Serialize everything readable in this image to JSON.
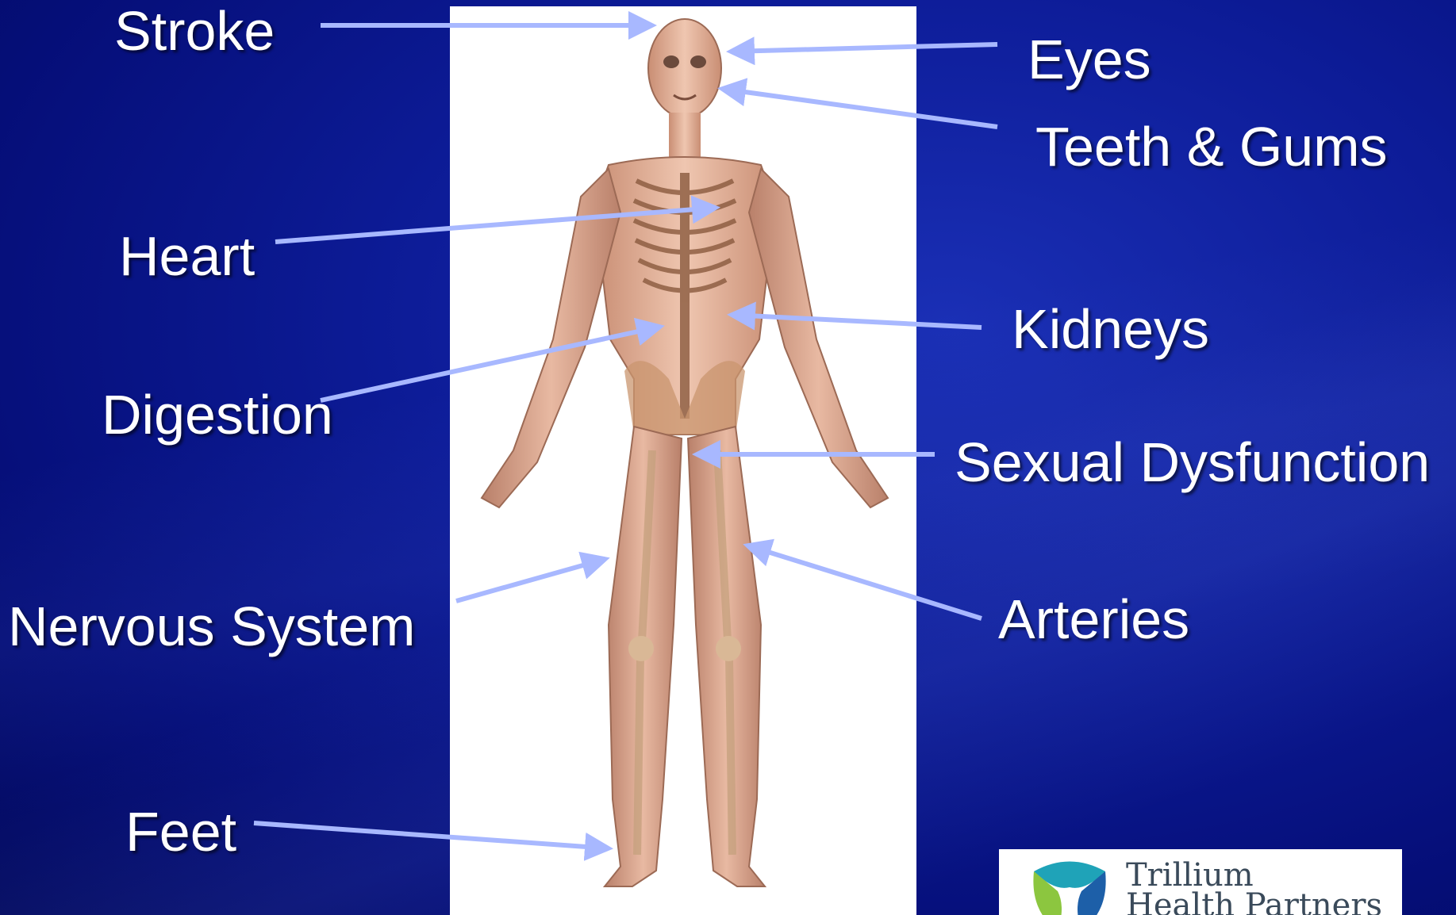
{
  "labels": {
    "stroke": "Stroke",
    "heart": "Heart",
    "digestion": "Digestion",
    "nervous_system": "Nervous System",
    "feet": "Feet",
    "eyes": "Eyes",
    "teeth_gums": "Teeth & Gums",
    "kidneys": "Kidneys",
    "sexual_dysfunction": "Sexual Dysfunction",
    "arteries": "Arteries"
  },
  "logo": {
    "line1": "Trillium",
    "line2": "Health Partners"
  },
  "colors": {
    "background": "#0a1890",
    "arrow": "#a8b8ff",
    "label": "#ffffff",
    "skin": "#e6b8a2",
    "bone": "#c9a37e",
    "logo_teal": "#1fa3b8",
    "logo_green": "#8cc63f",
    "logo_blue": "#1d5fa8"
  }
}
